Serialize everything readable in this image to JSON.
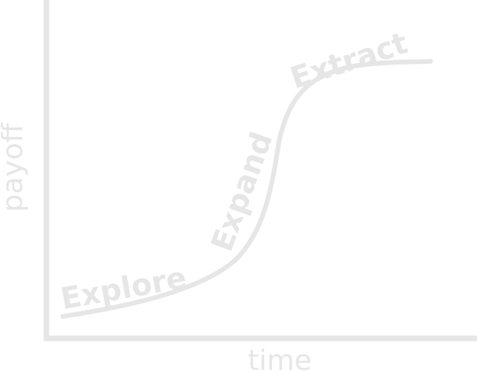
{
  "diagram": {
    "x_axis_label": "time",
    "y_axis_label": "payoff",
    "phases": [
      "Explore",
      "Expand",
      "Extract"
    ],
    "color": "#e6e6e6"
  }
}
